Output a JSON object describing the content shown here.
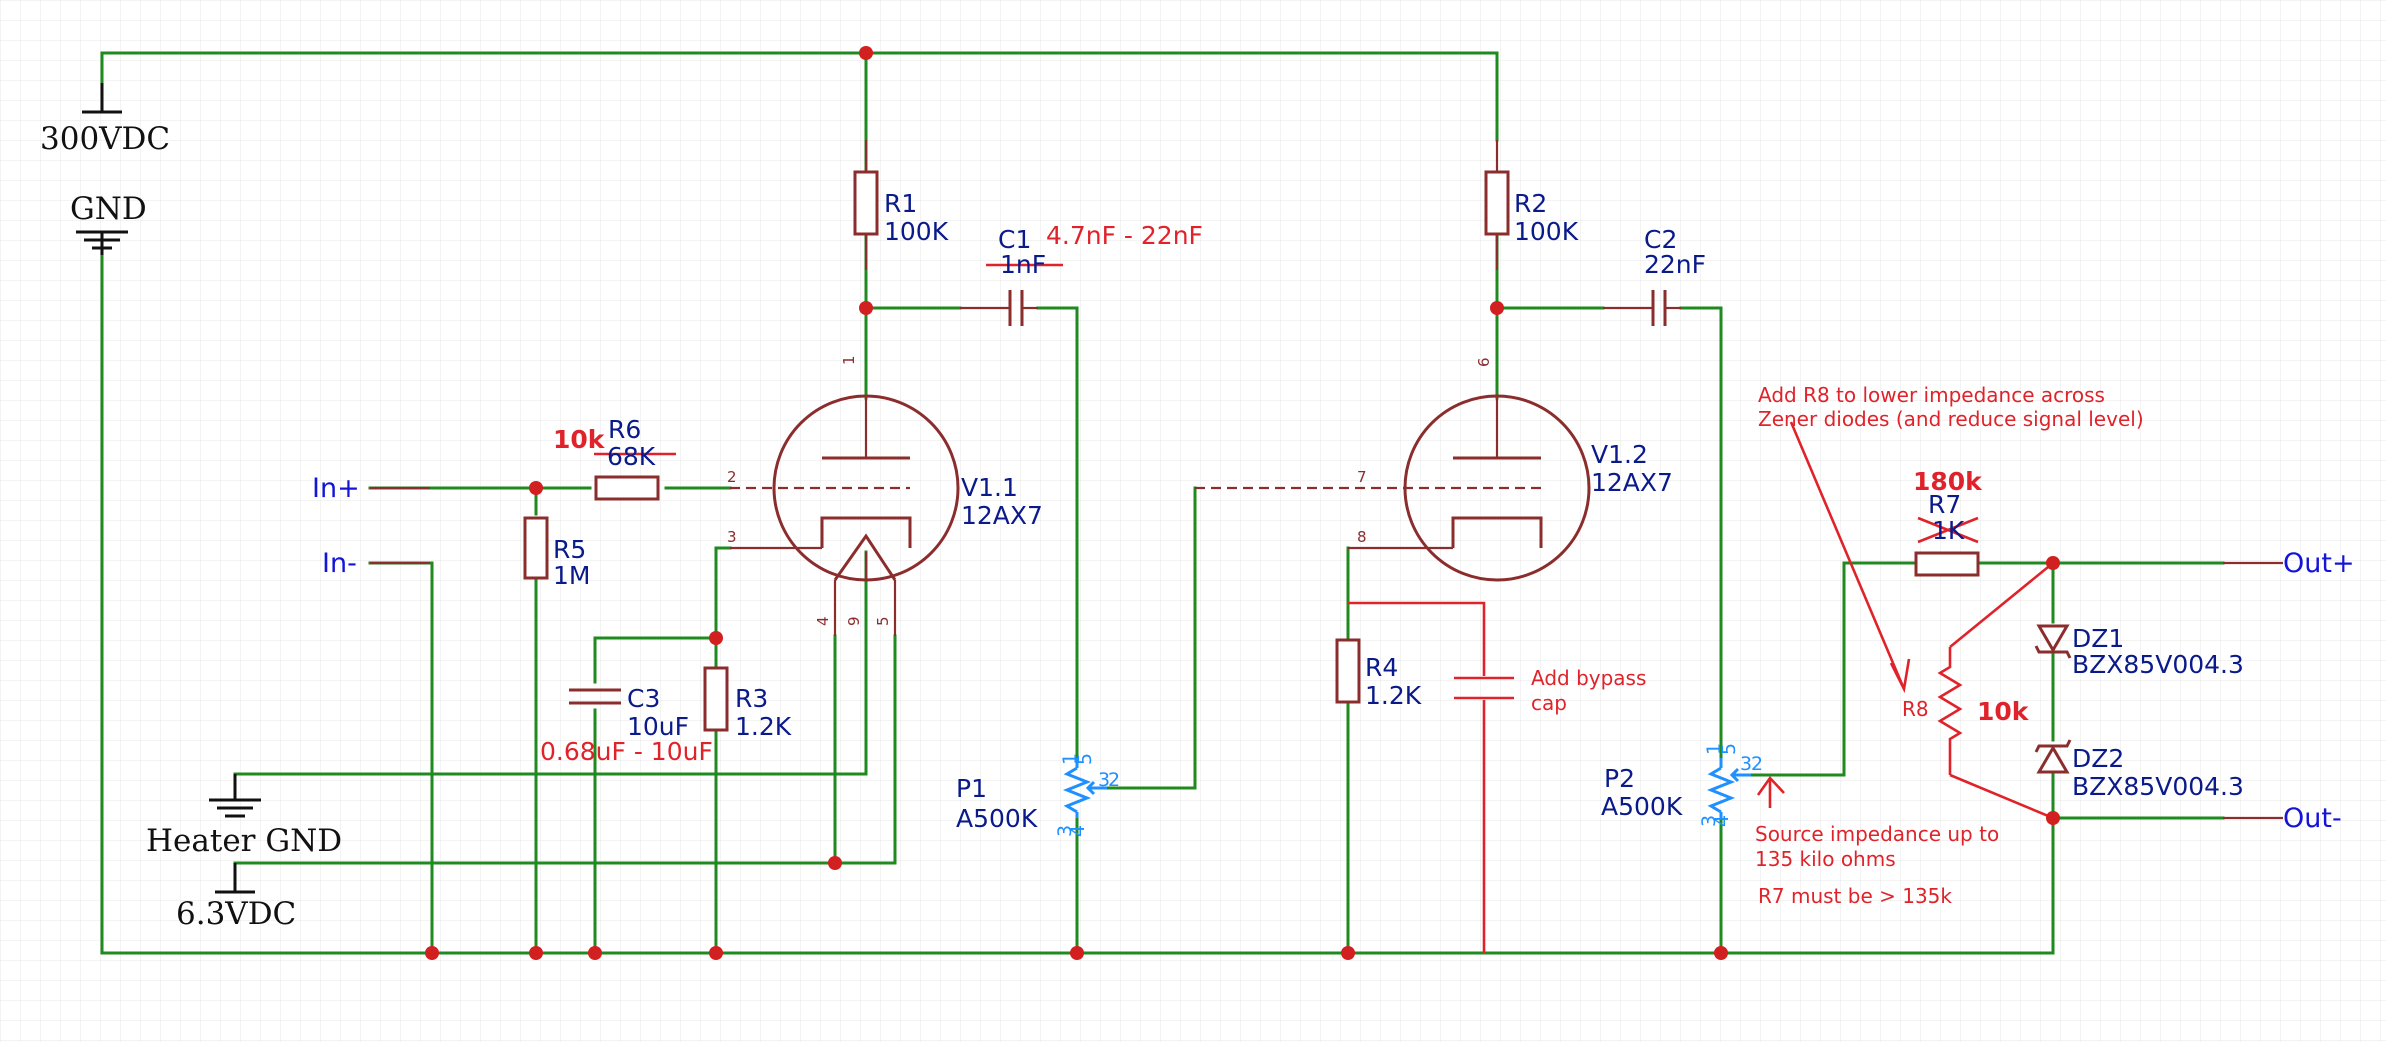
{
  "power": {
    "supply_300": "300VDC",
    "gnd": "GND",
    "heater_gnd": "Heater GND",
    "supply_6v3": "6.3VDC"
  },
  "nets": {
    "in_plus": "In+",
    "in_minus": "In-",
    "out_plus": "Out+",
    "out_minus": "Out-"
  },
  "components": {
    "R1": {
      "ref": "R1",
      "value": "100K"
    },
    "R2": {
      "ref": "R2",
      "value": "100K"
    },
    "R3": {
      "ref": "R3",
      "value": "1.2K"
    },
    "R4": {
      "ref": "R4",
      "value": "1.2K"
    },
    "R5": {
      "ref": "R5",
      "value": "1M"
    },
    "R6": {
      "ref": "R6",
      "value": "68K",
      "new_value": "10k"
    },
    "R7": {
      "ref": "R7",
      "value": "1K",
      "new_value": "180k"
    },
    "R8": {
      "ref": "R8",
      "value": "10k"
    },
    "C1": {
      "ref": "C1",
      "value": "1nF",
      "new_value": "4.7nF - 22nF"
    },
    "C2": {
      "ref": "C2",
      "value": "22nF"
    },
    "C3": {
      "ref": "C3",
      "value": "10uF",
      "new_value": "0.68uF - 10uF"
    },
    "V1_1": {
      "ref": "V1.1",
      "value": "12AX7"
    },
    "V1_2": {
      "ref": "V1.2",
      "value": "12AX7"
    },
    "P1": {
      "ref": "P1",
      "value": "A500K"
    },
    "P2": {
      "ref": "P2",
      "value": "A500K"
    },
    "DZ1": {
      "ref": "DZ1",
      "value": "BZX85V004.3"
    },
    "DZ2": {
      "ref": "DZ2",
      "value": "BZX85V004.3"
    }
  },
  "pins": {
    "v1_plate": "1",
    "v1_grid": "2",
    "v1_cathode": "3",
    "v1_h4": "4",
    "v1_h9": "9",
    "v1_h5": "5",
    "v2_plate": "6",
    "v2_grid": "7",
    "v2_cathode": "8",
    "pot_1": "1",
    "pot_5": "5",
    "pot_2": "2",
    "pot_3": "3",
    "pot_3b": "3",
    "pot_4": "4"
  },
  "notes": {
    "bypass_l1": "Add bypass",
    "bypass_l2": "cap",
    "r8_l1": "Add R8 to lower impedance across",
    "r8_l2": "Zener diodes (and reduce signal level)",
    "src_l1": "Source impedance up to",
    "src_l2": "135 kilo ohms",
    "r7_req": "R7 must be > 135k"
  },
  "colors": {
    "wire": "#1f8a1f",
    "component": "#8b2d2d",
    "label": "#0a1a8a",
    "annotation": "#e0232a",
    "potentiometer": "#1e90ff",
    "junction": "#d21f1f"
  }
}
